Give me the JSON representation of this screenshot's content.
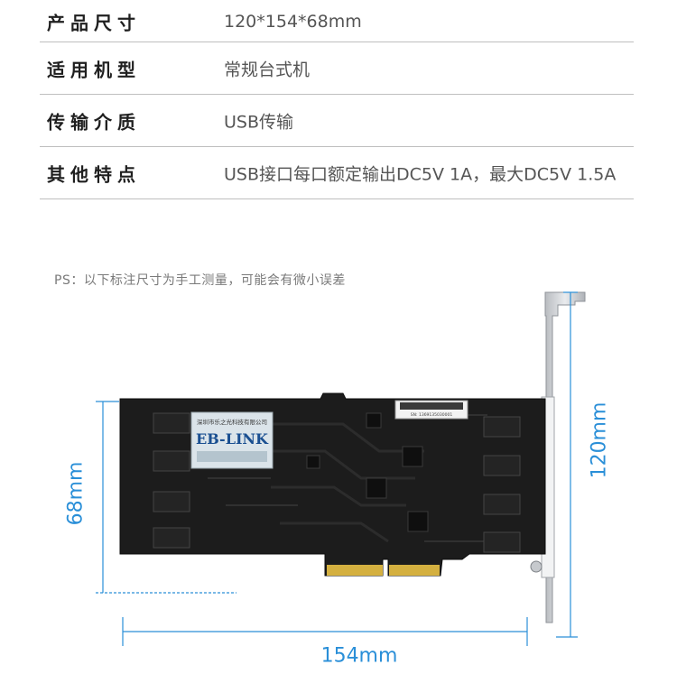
{
  "specs": [
    {
      "label": "产品尺寸",
      "value": "120*154*68mm"
    },
    {
      "label": "适用机型",
      "value": "常规台式机"
    },
    {
      "label": "传输介质",
      "value": "USB传输"
    },
    {
      "label": "其他特点",
      "value": "USB接口每口额定输出DC5V 1A，最大DC5V 1.5A"
    }
  ],
  "ps_note": "PS：以下标注尺寸为手工测量，可能会有微小误差",
  "dimensions": {
    "height": "68mm",
    "bracket_height": "120mm",
    "length": "154mm"
  },
  "card": {
    "brand": "EB-LINK",
    "company": "深圳市乐之光科技有限公司",
    "serial": "SN: 1369135030001"
  },
  "colors": {
    "dimension": "#2a8fd8",
    "pcb": "#1c1c1c",
    "gold": "#d4b040"
  }
}
